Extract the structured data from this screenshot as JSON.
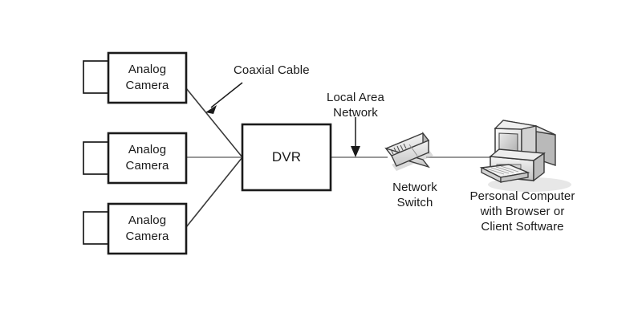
{
  "diagram": {
    "title": "Analog CCTV to DVR network diagram",
    "background_color": "#ffffff",
    "stroke_color": "#1a1a1a",
    "line_color": "#808080",
    "nodes": {
      "camera1": {
        "label": "Analog\nCamera",
        "name": "analog-camera-1"
      },
      "camera2": {
        "label": "Analog\nCamera",
        "name": "analog-camera-2"
      },
      "camera3": {
        "label": "Analog\nCamera",
        "name": "analog-camera-3"
      },
      "dvr": {
        "label": "DVR",
        "name": "dvr-box"
      },
      "switch": {
        "label": "Network\nSwitch",
        "name": "network-switch"
      },
      "computer": {
        "label": "Personal Computer\nwith Browser or\nClient Software",
        "name": "personal-computer"
      }
    },
    "annotations": {
      "coaxial": {
        "label": "Coaxial Cable",
        "name": "coaxial-cable-annotation"
      },
      "lan": {
        "label": "Local Area\nNetwork",
        "name": "local-area-network-annotation"
      }
    }
  }
}
